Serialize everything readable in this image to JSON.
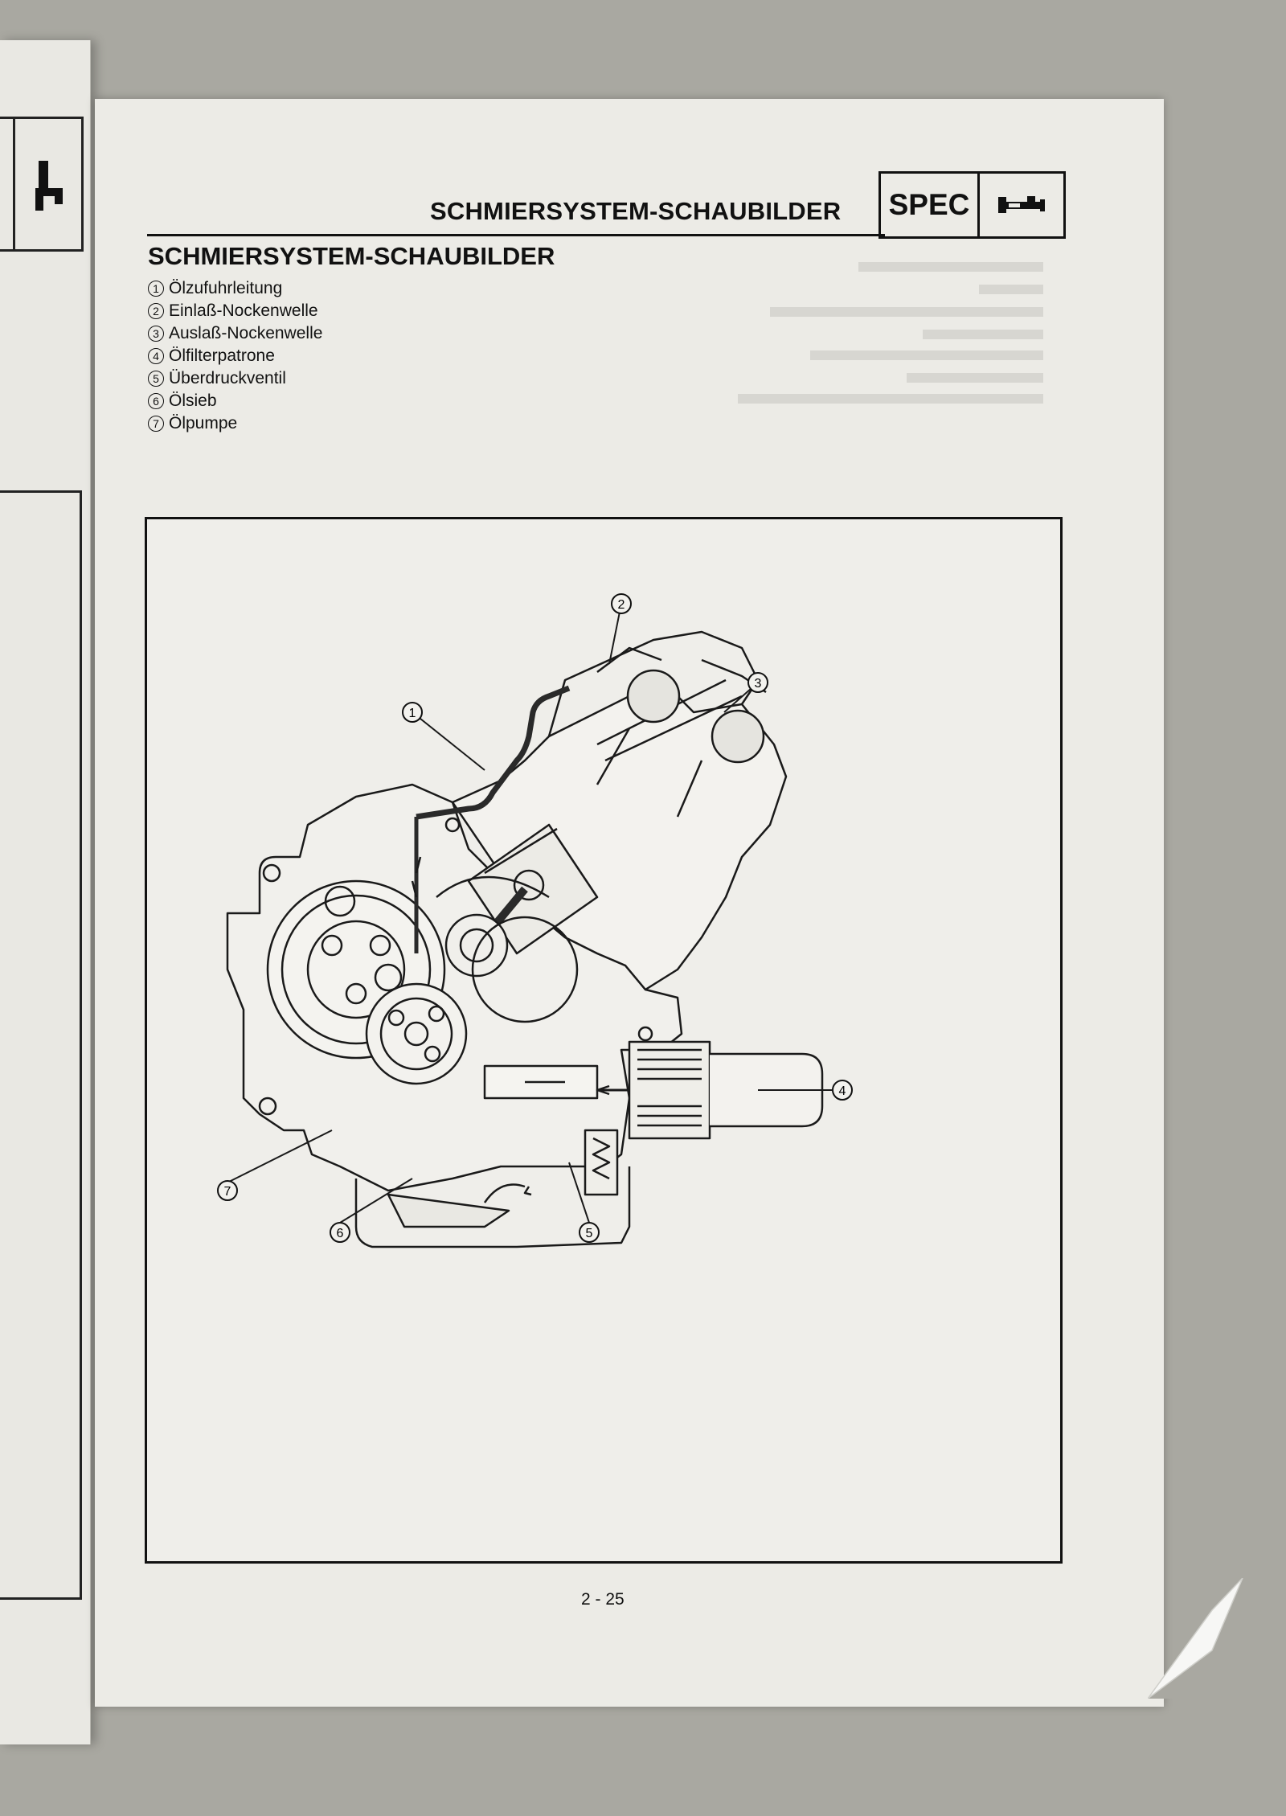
{
  "header": {
    "title": "SCHMIERSYSTEM-SCHAUBILDER",
    "spec_label": "SPEC",
    "spec_icon": "caliper-icon"
  },
  "section": {
    "title": "SCHMIERSYSTEM-SCHAUBILDER"
  },
  "legend": [
    {
      "num": "1",
      "label": "Ölzufuhrleitung"
    },
    {
      "num": "2",
      "label": "Einlaß-Nockenwelle"
    },
    {
      "num": "3",
      "label": "Auslaß-Nockenwelle"
    },
    {
      "num": "4",
      "label": "Ölfilterpatrone"
    },
    {
      "num": "5",
      "label": "Überdruckventil"
    },
    {
      "num": "6",
      "label": "Ölsieb"
    },
    {
      "num": "7",
      "label": "Ölpumpe"
    }
  ],
  "diagram": {
    "callouts": [
      "1",
      "2",
      "3",
      "4",
      "5",
      "6",
      "7"
    ]
  },
  "page_number": "2 - 25",
  "colors": {
    "ink": "#111111",
    "paper": "#ecebe6",
    "background": "#a9a8a1"
  }
}
